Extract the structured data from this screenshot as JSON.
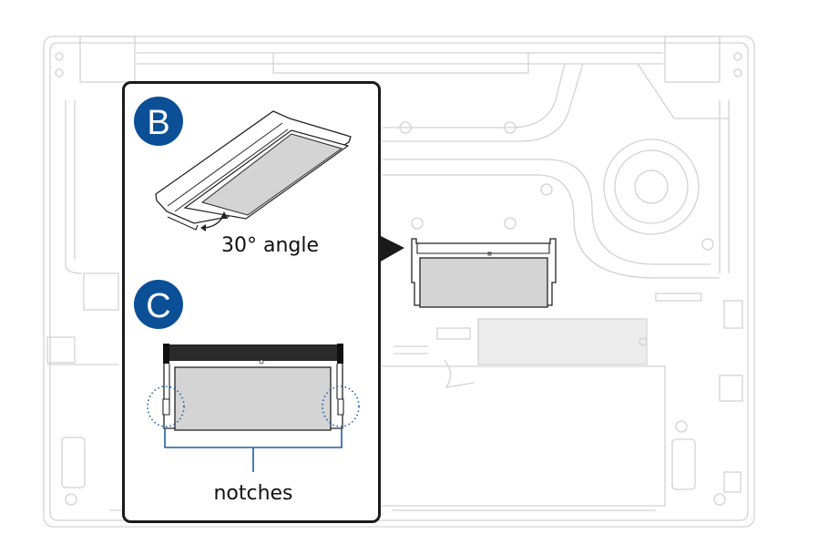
{
  "steps": [
    {
      "badge": "B",
      "caption": "30° angle"
    },
    {
      "badge": "C",
      "caption": "notches"
    }
  ],
  "colors": {
    "badge": "#0b4f96",
    "notch_highlight": "#1a5fa8",
    "module_fill": "#d4d4d4",
    "background_lines": "#d2d2d2",
    "panel_border": "#1a1a1a"
  }
}
